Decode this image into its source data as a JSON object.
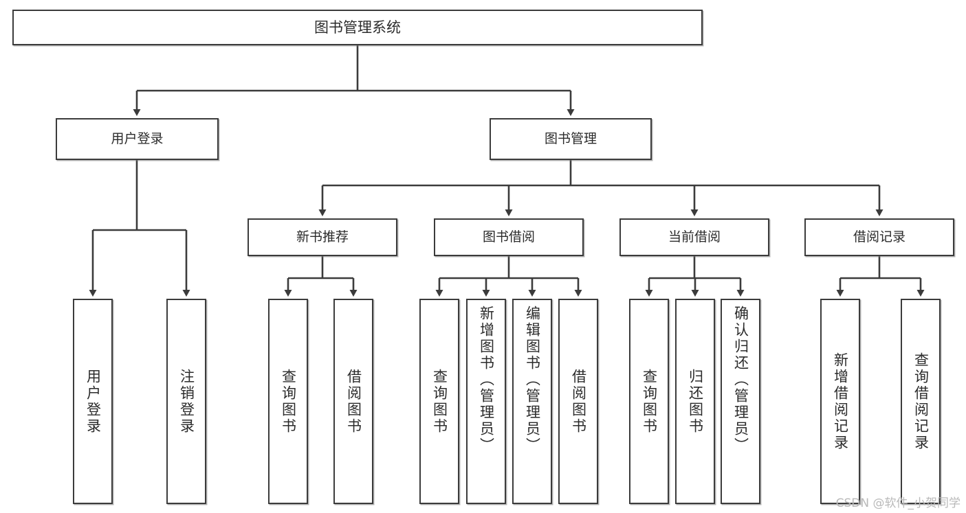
{
  "diagram": {
    "title": "图书管理系统",
    "watermark": "CSDN @软件_小贺同学",
    "level2": [
      {
        "key": "user_login",
        "label": "用户登录"
      },
      {
        "key": "book_manage",
        "label": "图书管理"
      }
    ],
    "level3": [
      {
        "key": "new_book_rec",
        "label": "新书推荐"
      },
      {
        "key": "book_borrow",
        "label": "图书借阅"
      },
      {
        "key": "current_borrow",
        "label": "当前借阅"
      },
      {
        "key": "borrow_record",
        "label": "借阅记录"
      }
    ],
    "leaves": {
      "user_login": [
        {
          "key": "login",
          "label": "用户登录"
        },
        {
          "key": "logout",
          "label": "注销登录"
        }
      ],
      "new_book_rec": [
        {
          "key": "query_book_a",
          "label": "查询图书"
        },
        {
          "key": "borrow_book_a",
          "label": "借阅图书"
        }
      ],
      "book_borrow": [
        {
          "key": "query_book_b",
          "label": "查询图书"
        },
        {
          "key": "add_book",
          "label": "新增图书（管理员）"
        },
        {
          "key": "edit_book",
          "label": "编辑图书（管理员）"
        },
        {
          "key": "borrow_book_b",
          "label": "借阅图书"
        }
      ],
      "current_borrow": [
        {
          "key": "query_book_c",
          "label": "查询图书"
        },
        {
          "key": "return_book",
          "label": "归还图书"
        },
        {
          "key": "confirm_return",
          "label": "确认归还（管理员）"
        }
      ],
      "borrow_record": [
        {
          "key": "add_record",
          "label": "新增借阅记录"
        },
        {
          "key": "query_record",
          "label": "查询借阅记录"
        }
      ]
    },
    "colors": {
      "border": "#3b3b3b",
      "line": "#3b3b3b",
      "text": "#2b2b2b",
      "background": "#ffffff",
      "watermark": "#b9b9b9"
    }
  }
}
